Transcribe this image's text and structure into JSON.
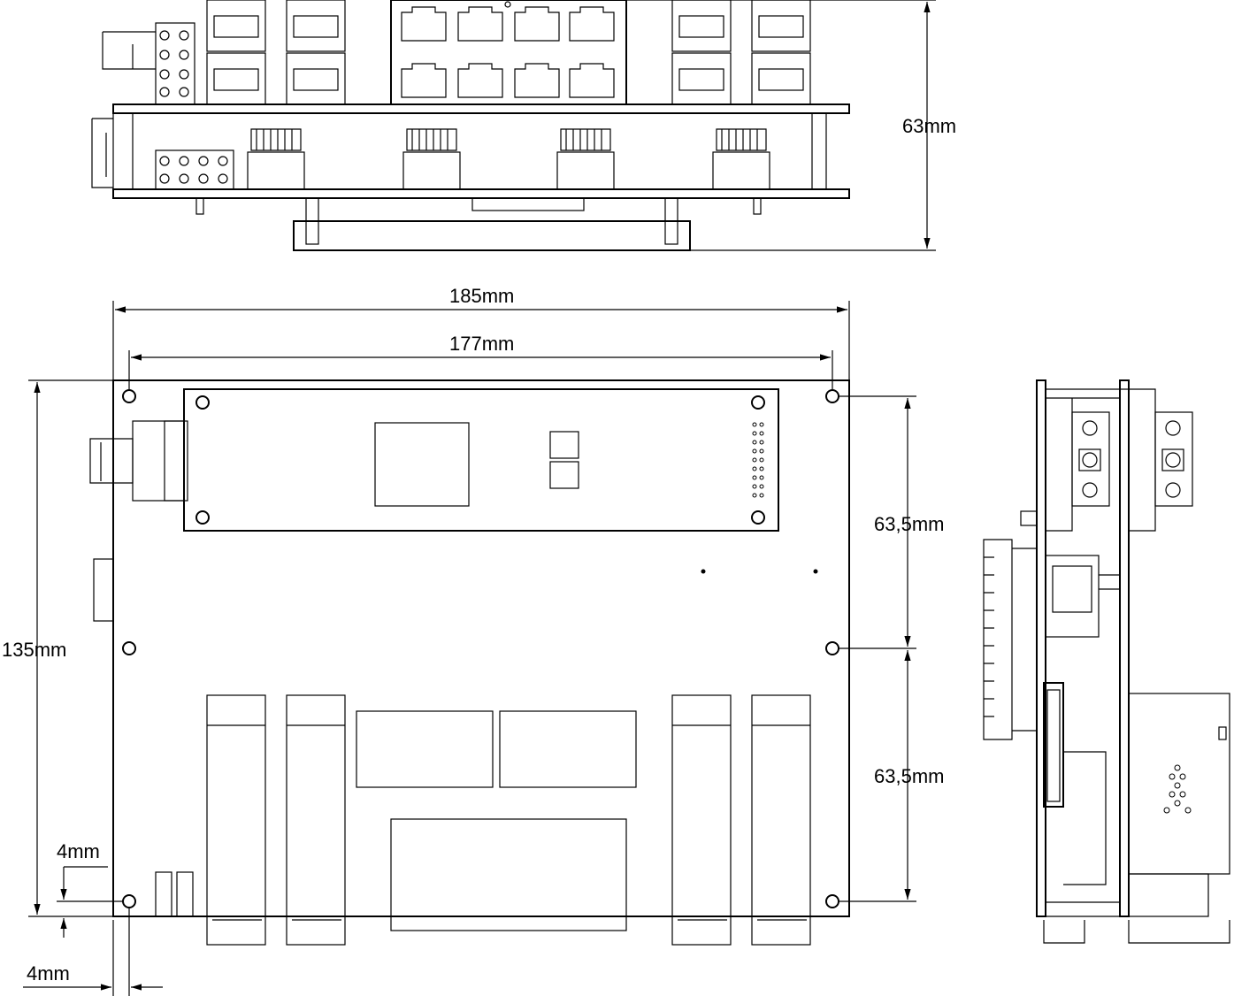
{
  "drawing": {
    "dimensions": {
      "height_top_view": "63mm",
      "width_overall": "185mm",
      "width_holes": "177mm",
      "height_overall": "135mm",
      "spacing_upper": "63,5mm",
      "spacing_lower": "63,5mm",
      "offset_vertical": "4mm",
      "offset_horizontal": "4mm"
    }
  }
}
